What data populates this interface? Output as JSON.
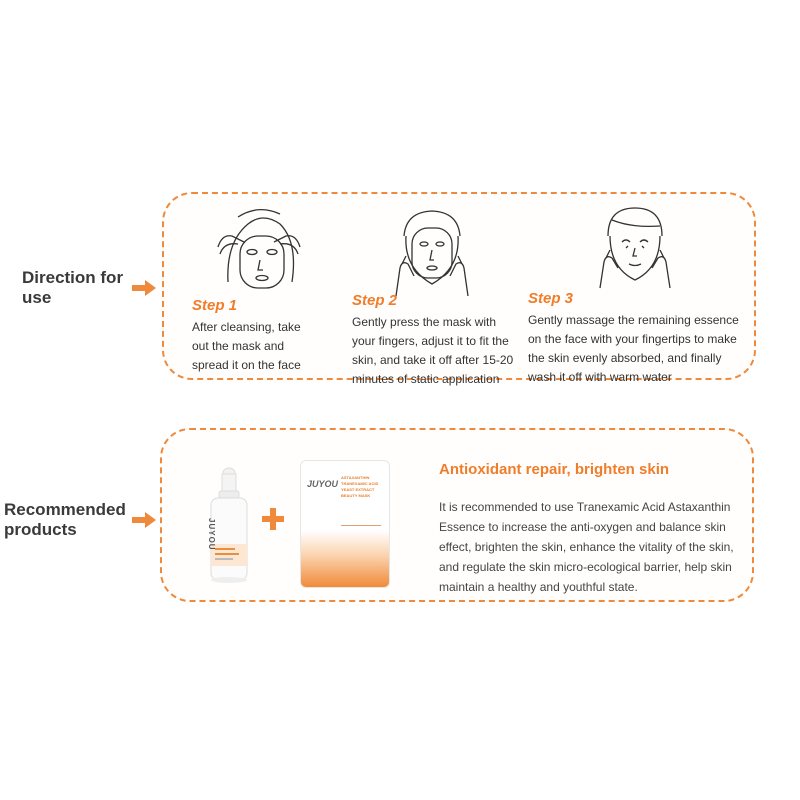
{
  "direction": {
    "label": "Direction for use",
    "steps": [
      {
        "title": "Step 1",
        "text": "After cleansing, take out the mask and spread it on the face",
        "icon": "face-applying-mask-icon"
      },
      {
        "title": "Step 2",
        "text": "Gently press the mask with your fingers, adjust it to fit the skin, and take it off after 15-20 minutes of static application",
        "icon": "face-pressing-mask-icon"
      },
      {
        "title": "Step 3",
        "text": "Gently massage the remaining essence on the face with your fingertips to make the skin evenly absorbed, and finally wash it off with warm water",
        "icon": "face-massage-icon"
      }
    ]
  },
  "recommended": {
    "label": "Recommended products",
    "title": "Antioxidant repair, brighten skin",
    "text": "It is recommended to use Tranexamic Acid Astaxanthin Essence  to increase the anti-oxygen and balance skin effect, brighten the skin, enhance the vitality of the skin, and regulate the skin micro-ecological barrier, help skin maintain a healthy and youthful state.",
    "bottle_brand": "JUYOU",
    "mask_brand": "JUYOU",
    "mask_name": "ASTAXANTHIN TRANEXAMIC ACID YEAST EXTRACT BEAUTY MASK"
  },
  "colors": {
    "accent": "#ef7d2a",
    "border": "#ef8a3c"
  }
}
